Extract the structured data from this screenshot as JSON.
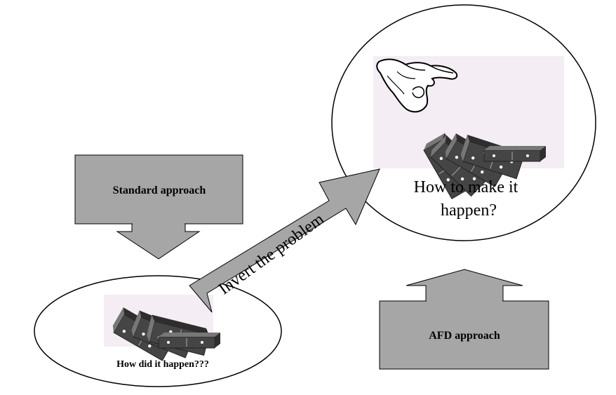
{
  "labels": {
    "standard_approach": "Standard approach",
    "afd_approach": "AFD approach",
    "invert_the_problem": "Invert the problem",
    "how_did_it_happen": "How did it happen???",
    "how_to_make_it_line1": "How to make it",
    "how_to_make_it_line2": "happen?"
  },
  "colors": {
    "box_fill": "#a6a6a6",
    "arrow_fill": "#a6a6a6",
    "outline": "#000000",
    "picture_bg": "#f4eef4",
    "domino_dark": "#4a4a4a",
    "domino_light": "#7a7a7a",
    "pip": "#ffffff"
  },
  "icons": {
    "hand": "hand-icon",
    "dominoes_falling": "falling-dominoes-icon",
    "dominoes_fallen": "fallen-dominoes-icon"
  }
}
